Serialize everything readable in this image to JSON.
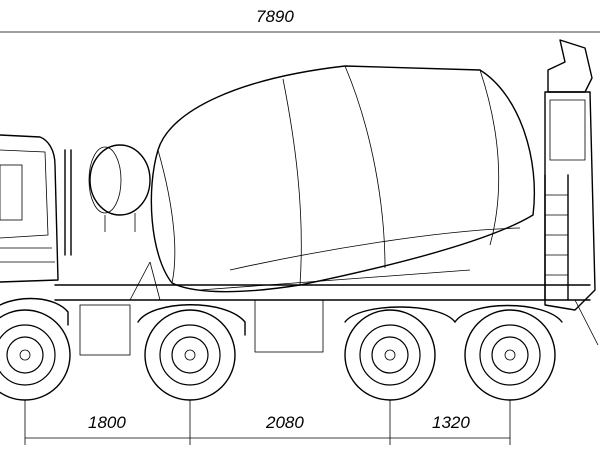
{
  "drawing": {
    "dimensions": {
      "overall_length": "7890",
      "axle_spacing_1": "1800",
      "axle_spacing_2": "2080",
      "axle_spacing_3": "1320"
    },
    "wheels": [
      "front-axle-1",
      "front-axle-2",
      "rear-axle-1",
      "rear-axle-2"
    ]
  }
}
